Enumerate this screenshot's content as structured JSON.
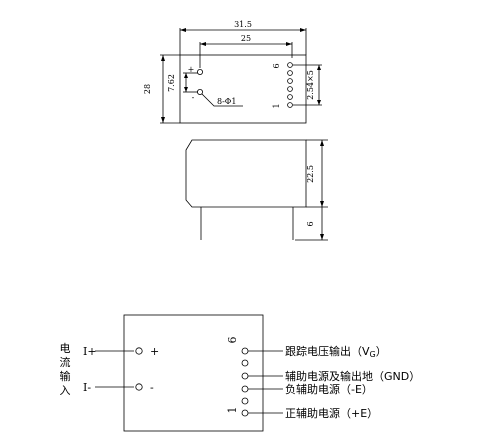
{
  "top_view": {
    "dim_width_outer": "31.5",
    "dim_width_inner": "25",
    "dim_height": "28",
    "dim_pin_offset": "7.62",
    "plus_sign": "+",
    "minus_sign": "-",
    "hole_note": "8-Φ1",
    "pin_label_top": "6",
    "pin_label_bottom": "1",
    "pitch_label": "2.54×5"
  },
  "side_view": {
    "dim_body_height": "22.5",
    "dim_pin_length": "6"
  },
  "schematic": {
    "input_label_chars": [
      "电",
      "流",
      "输",
      "入"
    ],
    "i_plus": "I+",
    "i_minus": "I-",
    "plus_mark": "+",
    "minus_mark": "-",
    "pin_top_number": "6",
    "pin_bottom_number": "1",
    "pin_descriptions": [
      "跟踪电压输出（V",
      "辅助电源及输出地（GND）",
      "负辅助电源（-E）",
      "正辅助电源（+E）"
    ],
    "vg_subscript": "G",
    "vg_close": "）"
  }
}
